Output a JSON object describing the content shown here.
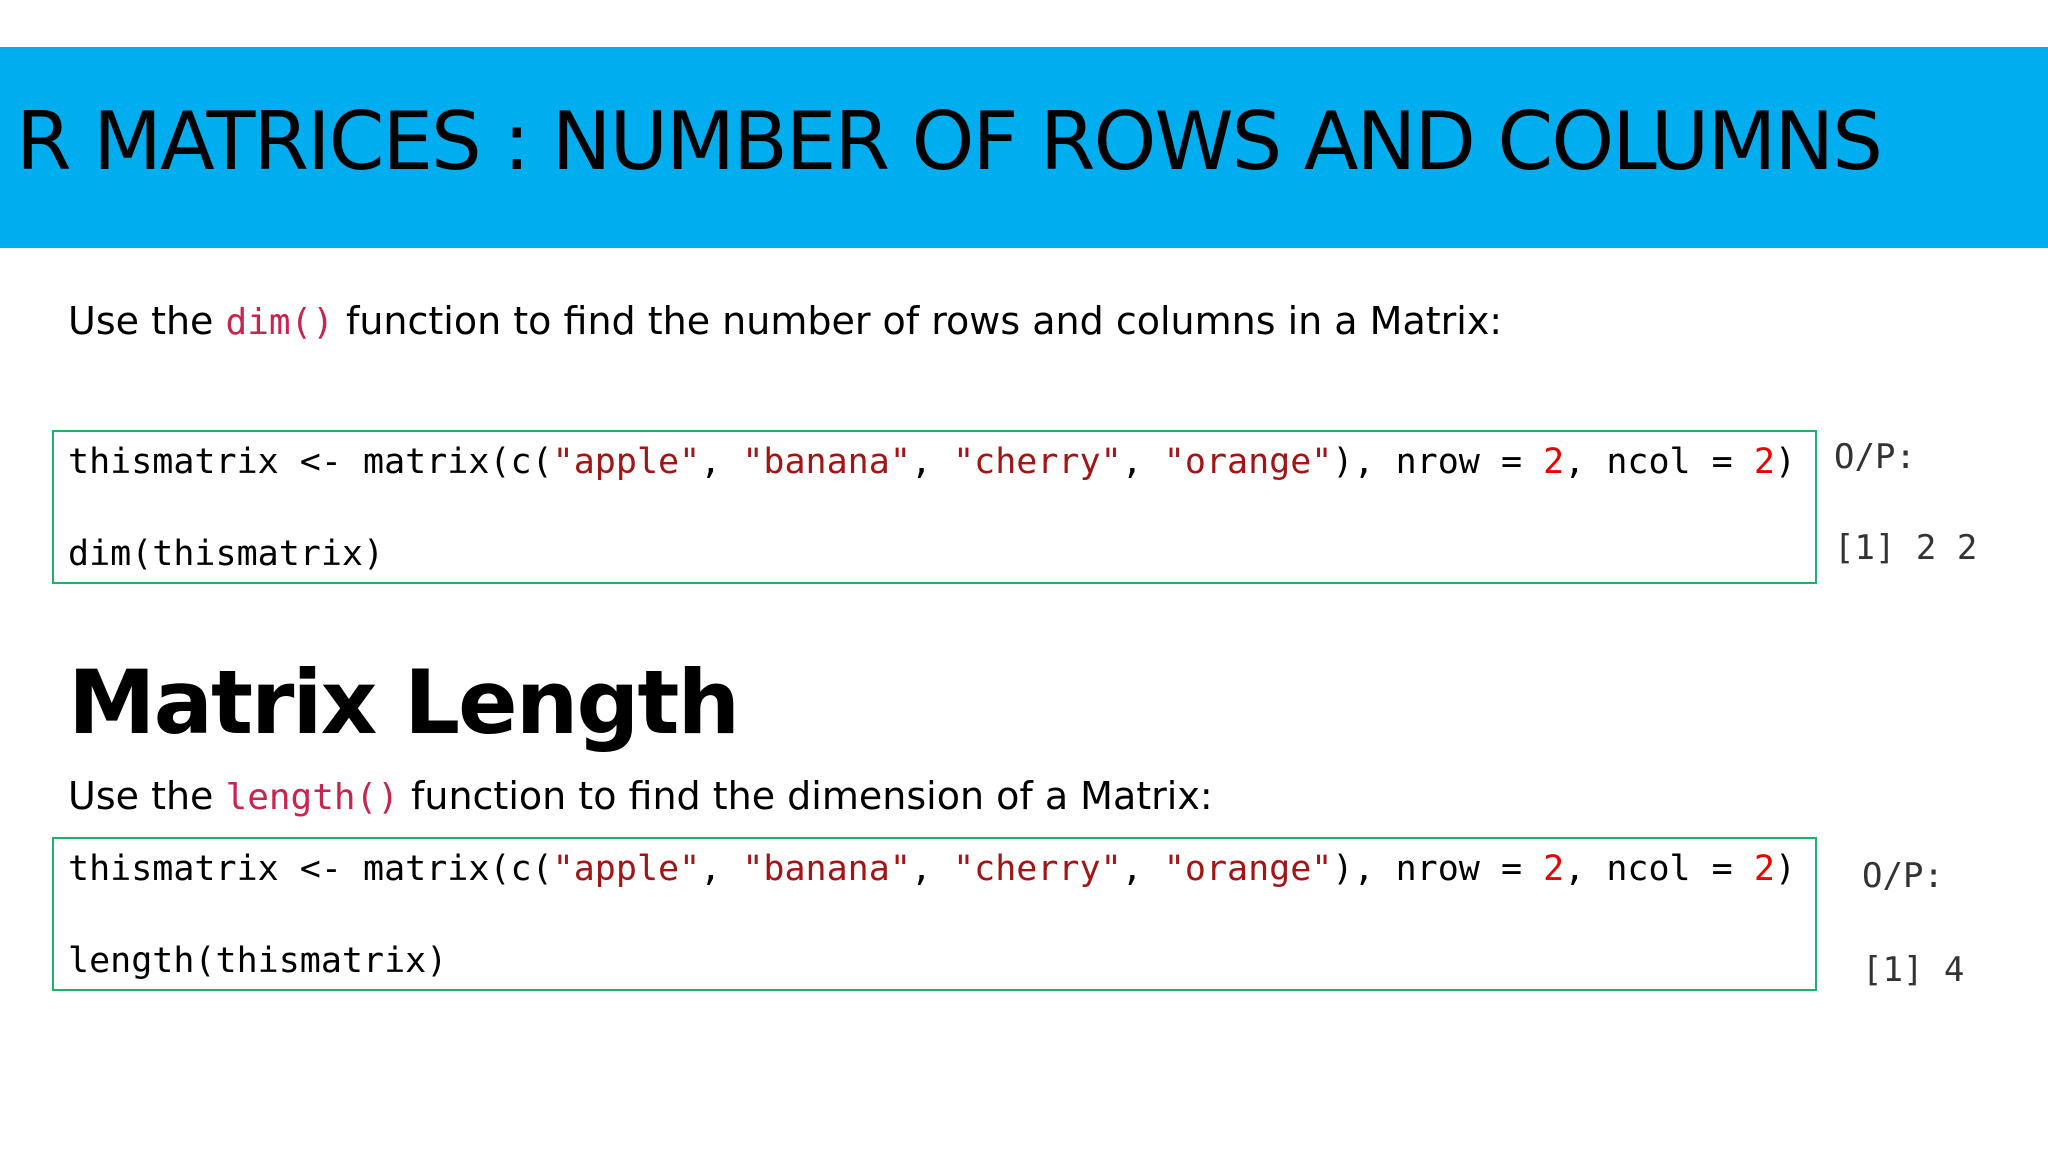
{
  "title": "R MATRICES : NUMBER OF ROWS AND COLUMNS",
  "section1": {
    "intro_before": "Use the ",
    "intro_code": "dim()",
    "intro_after": " function to find the number of rows and columns in a Matrix:",
    "code": {
      "line1": {
        "p1": "thismatrix <- matrix(c(",
        "s1": "\"apple\"",
        "p2": ", ",
        "s2": "\"banana\"",
        "p3": ", ",
        "s3": "\"cherry\"",
        "p4": ", ",
        "s4": "\"orange\"",
        "p5": "), nrow = ",
        "n1": "2",
        "p6": ", ncol = ",
        "n2": "2",
        "p7": ")"
      },
      "line2": "dim(thismatrix)"
    },
    "output_label": "O/P:",
    "output_value": "[1] 2 2"
  },
  "section2": {
    "heading": "Matrix Length",
    "intro_before": "Use the ",
    "intro_code": "length()",
    "intro_after": " function to find the dimension of a Matrix:",
    "code": {
      "line1": {
        "p1": "thismatrix <- matrix(c(",
        "s1": "\"apple\"",
        "p2": ", ",
        "s2": "\"banana\"",
        "p3": ", ",
        "s3": "\"cherry\"",
        "p4": ", ",
        "s4": "\"orange\"",
        "p5": "), nrow = ",
        "n1": "2",
        "p6": ", ncol = ",
        "n2": "2",
        "p7": ")"
      },
      "line2": "length(thismatrix)"
    },
    "output_label": "O/P:",
    "output_value": "[1] 4"
  },
  "colors": {
    "title_band": "#00adee",
    "inline_code": "#c7254e",
    "code_string": "#a31515",
    "code_number": "#ee0000",
    "code_box_border": "#1fb169"
  }
}
